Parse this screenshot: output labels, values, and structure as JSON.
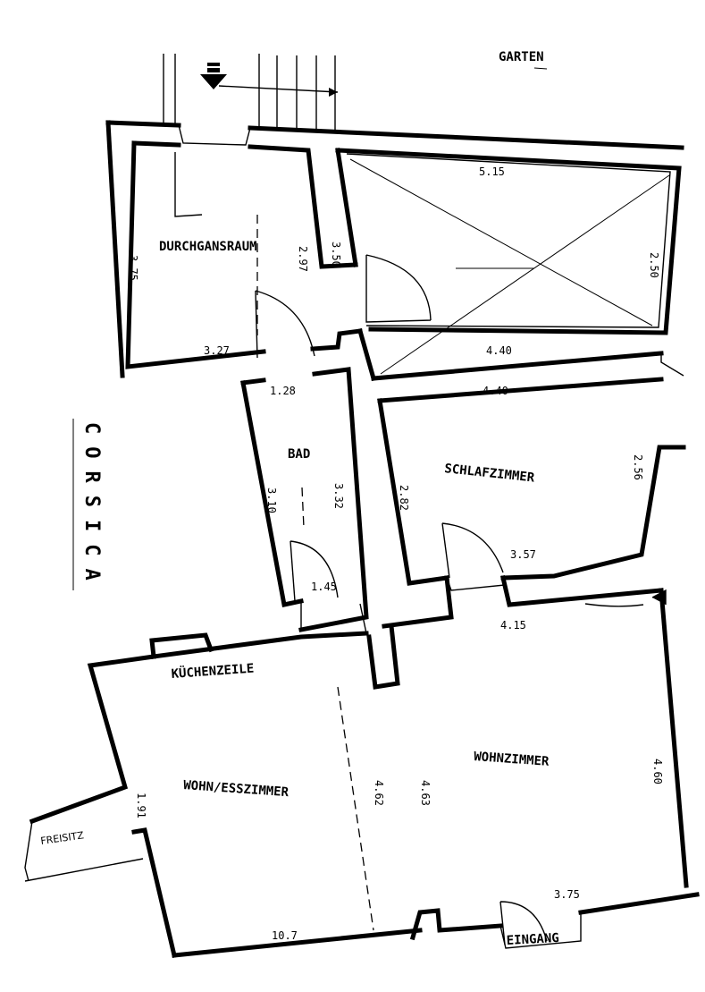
{
  "labels": {
    "garden": "GARTEN",
    "street": "CORSICA",
    "passage": "DURCHGANSRAUM",
    "bath": "BAD",
    "bedroom": "SCHLAFZIMMER",
    "kitchenette": "KÜCHENZEILE",
    "living_dining": "WOHN/ESSZIMMER",
    "living": "WOHNZIMMER",
    "terrace": "FREISITZ",
    "entrance": "EINGANG"
  },
  "dims": {
    "passage_height_left": "3.75",
    "passage_height_right": "2.97",
    "passage_width": "3.27",
    "store_width_top": "5.15",
    "store_width_bottom": "4.40",
    "store_height_left": "3.50",
    "store_height_right": "2.50",
    "bath_width_top": "1.28",
    "bath_height_left": "3.10",
    "bath_height_right": "3.32",
    "bath_width_bottom": "1.45",
    "bedroom_width_top": "4.40",
    "bedroom_height_left": "2.82",
    "bedroom_height_right": "2.56",
    "bedroom_width_bottom": "3.57",
    "living_width_top": "4.15",
    "living_height_right": "4.60",
    "living_height_left": "4.63",
    "living_width_bottom": "3.75",
    "dining_height_left": "4.62",
    "dining_width_bottom": "10.7",
    "terrace_wall": "1.91"
  },
  "colors": {
    "ink": "#000000",
    "paper": "#ffffff"
  }
}
